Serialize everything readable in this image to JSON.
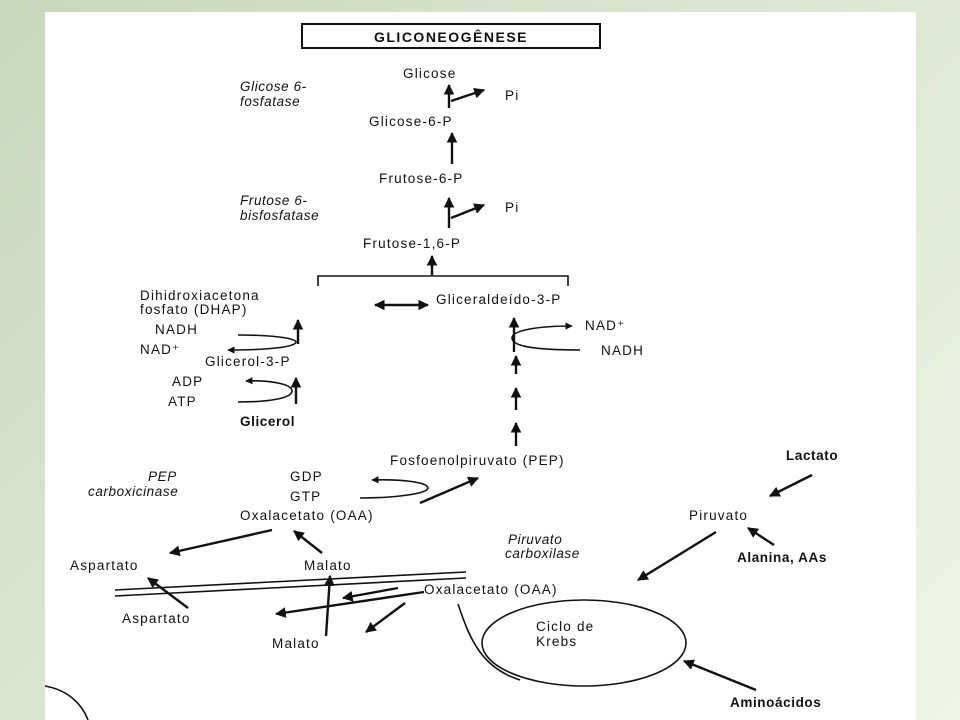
{
  "title": "GLICONEOGÊNESE",
  "metabolites": {
    "glicose": "Glicose",
    "glicose6p": "Glicose-6-P",
    "frutose6p": "Frutose-6-P",
    "frutose16p": "Frutose-1,6-P",
    "dhap_line1": "Dihidroxiacetona",
    "dhap_line2": "fosfato (DHAP)",
    "gliceraldeido3p": "Gliceraldeído-3-P",
    "glicerol3p": "Glicerol-3-P",
    "glicerol": "Glicerol",
    "pep": "Fosfoenolpiruvato (PEP)",
    "oaa_cyto": "Oxalacetato (OAA)",
    "oaa_mito": "Oxalacetato (OAA)",
    "aspartato_cyto": "Aspartato",
    "aspartato_mito": "Aspartato",
    "malato_cyto": "Malato",
    "malato_mito": "Malato",
    "piruvato": "Piruvato",
    "lactato": "Lactato",
    "alanina": "Alanina, AAs",
    "aminoacidos": "Aminoácidos",
    "krebs_line1": "Ciclo de",
    "krebs_line2": "Krebs"
  },
  "cofactors": {
    "pi_top": "Pi",
    "pi_mid": "Pi",
    "nad_plus_right": "NAD⁺",
    "nadh_right": "NADH",
    "nadh_left": "NADH",
    "nad_plus_left": "NAD⁺",
    "adp": "ADP",
    "atp": "ATP",
    "gdp": "GDP",
    "gtp": "GTP"
  },
  "enzymes": {
    "g6pase_line1": "Glicose 6-",
    "g6pase_line2": "fosfatase",
    "fbpase_line1": "Frutose 6-",
    "fbpase_line2": "bisfosfatase",
    "pepck_line1": "PEP",
    "pepck_line2": "carboxicinase",
    "pc_line1": "Piruvato",
    "pc_line2": "carboxilase"
  }
}
